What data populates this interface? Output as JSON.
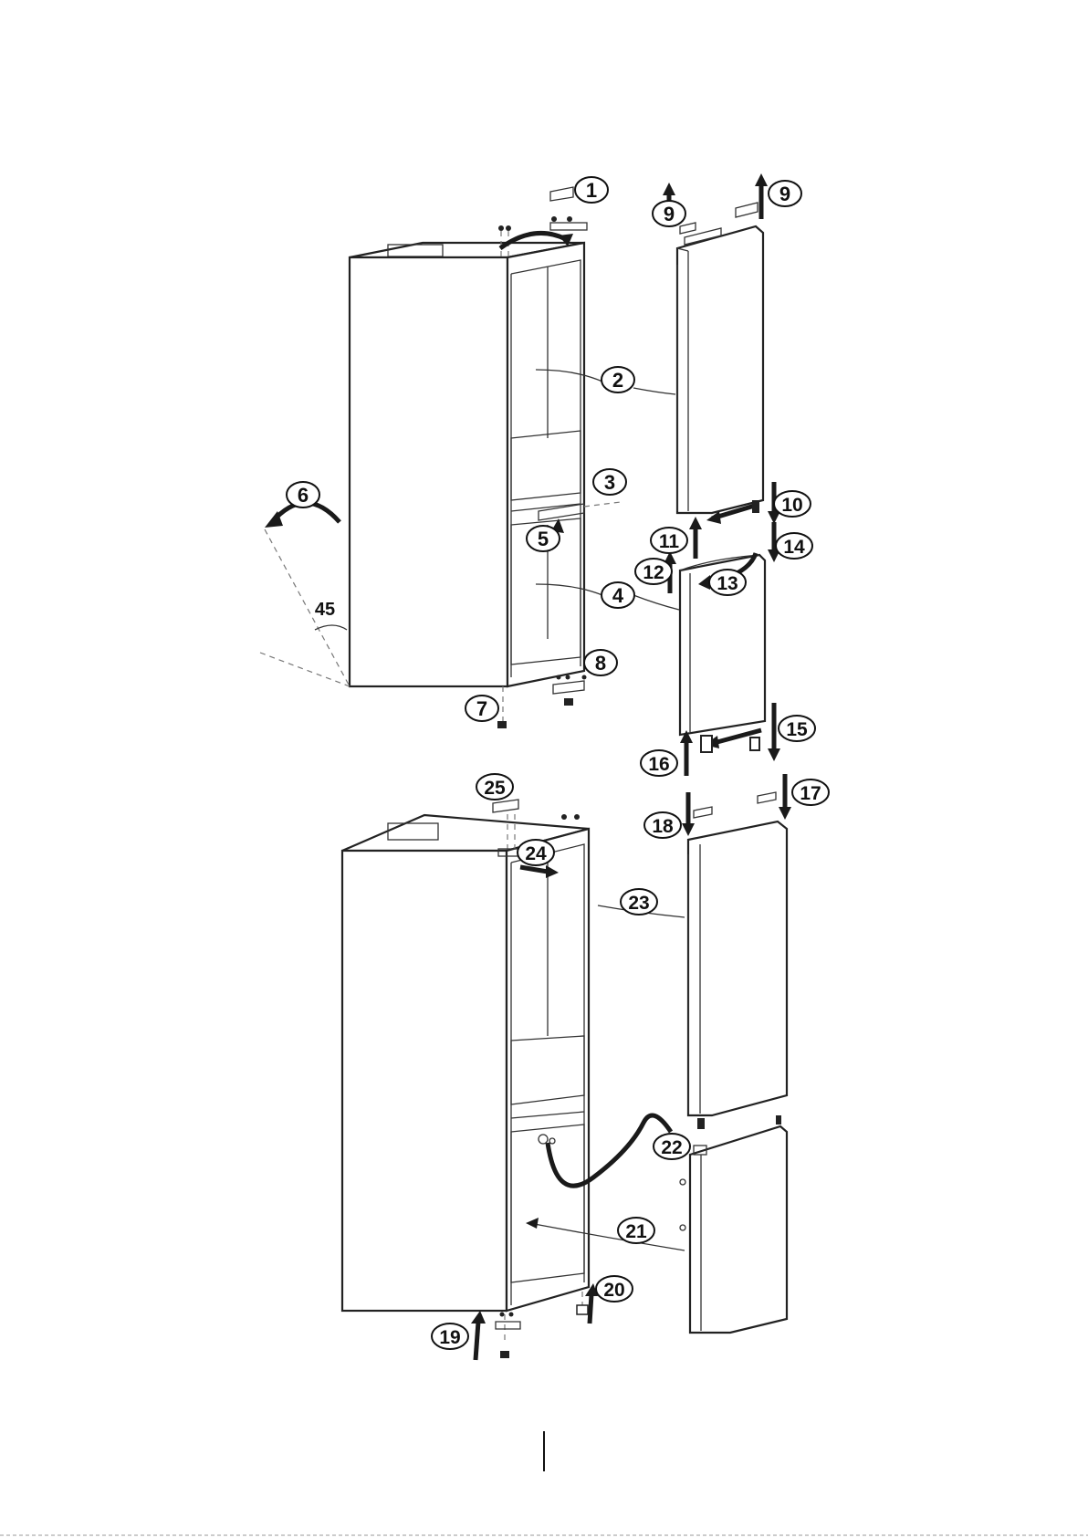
{
  "diagram": {
    "callouts": [
      {
        "id": "c1",
        "text": "1"
      },
      {
        "id": "c2",
        "text": "2"
      },
      {
        "id": "c3",
        "text": "3"
      },
      {
        "id": "c4",
        "text": "4"
      },
      {
        "id": "c5",
        "text": "5"
      },
      {
        "id": "c6",
        "text": "6"
      },
      {
        "id": "c7",
        "text": "7"
      },
      {
        "id": "c8",
        "text": "8"
      },
      {
        "id": "c9a",
        "text": "9"
      },
      {
        "id": "c9b",
        "text": "9"
      },
      {
        "id": "c10",
        "text": "10"
      },
      {
        "id": "c11",
        "text": "11"
      },
      {
        "id": "c12",
        "text": "12"
      },
      {
        "id": "c13",
        "text": "13"
      },
      {
        "id": "c14",
        "text": "14"
      },
      {
        "id": "c15",
        "text": "15"
      },
      {
        "id": "c16",
        "text": "16"
      },
      {
        "id": "c17",
        "text": "17"
      },
      {
        "id": "c18",
        "text": "18"
      },
      {
        "id": "c19",
        "text": "19"
      },
      {
        "id": "c20",
        "text": "20"
      },
      {
        "id": "c21",
        "text": "21"
      },
      {
        "id": "c22",
        "text": "22"
      },
      {
        "id": "c23",
        "text": "23"
      },
      {
        "id": "c24",
        "text": "24"
      },
      {
        "id": "c25",
        "text": "25"
      }
    ],
    "angle_label": "45"
  }
}
